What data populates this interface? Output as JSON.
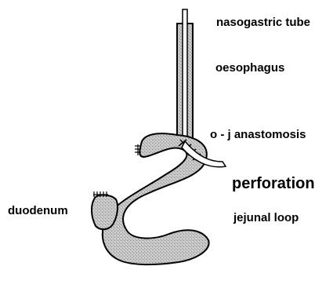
{
  "diagram": {
    "labels": {
      "nasogastric_tube": "nasogastric tube",
      "oesophagus": "oesophagus",
      "oj_anastomosis": "o - j anastomosis",
      "perforation": "perforation",
      "duodenum": "duodenum",
      "jejunal_loop": "jejunal loop"
    },
    "colors": {
      "tissue_fill": "#c4c4c4",
      "outline": "#000000",
      "tube_fill": "#ffffff",
      "background": "#ffffff"
    }
  }
}
